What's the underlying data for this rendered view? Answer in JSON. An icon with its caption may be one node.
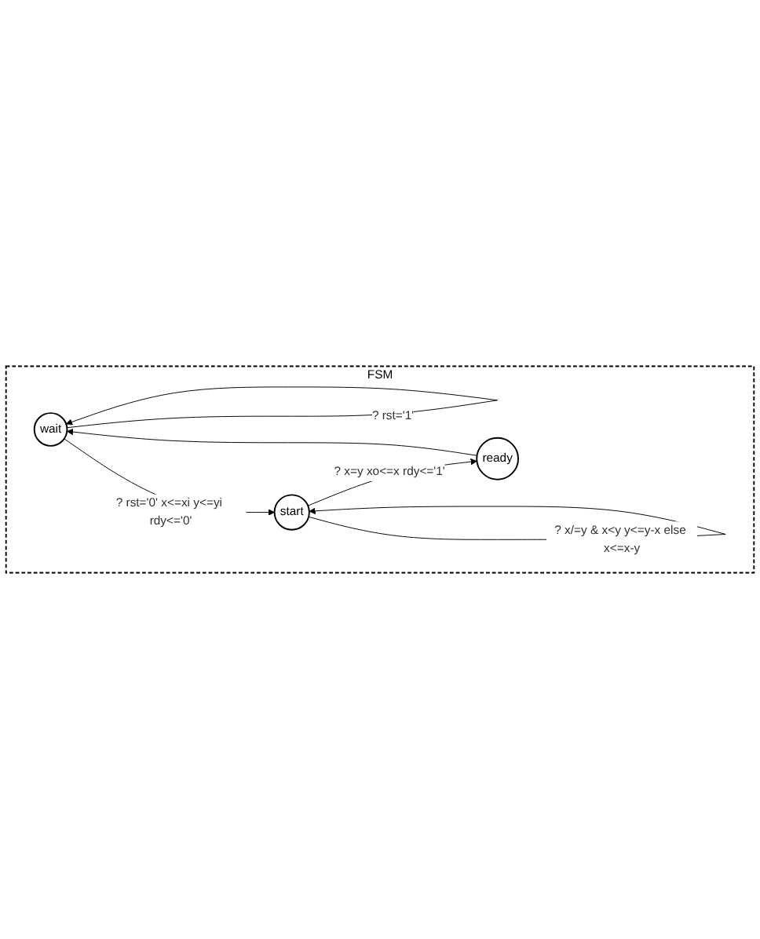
{
  "diagram": {
    "nodes": [
      {
        "text": [
          "FSM"
        ]
      },
      {
        "text": [
          "wait"
        ],
        "in": 0
      },
      {
        "text": [
          "start"
        ],
        "in": 0
      },
      {
        "text": [
          "ready"
        ],
        "in": 0
      }
    ],
    "edges": [
      {
        "from": 1,
        "to": 1,
        "arrow": "to",
        "label": "? rst='1'"
      },
      {
        "from": 1,
        "to": 2,
        "arrow": "to",
        "label": "? rst='0' x<=xi y<=yi rdy<='0'"
      },
      {
        "from": 2,
        "to": 3,
        "arrow": "to",
        "label": "? x=y xo<=x rdy<='1'"
      },
      {
        "from": 3,
        "to": 1,
        "arrow": "to"
      },
      {
        "from": 2,
        "to": 2,
        "arrow": "to",
        "label": "? x/=y & x<y y<=y-x else x<=x-y"
      }
    ]
  }
}
